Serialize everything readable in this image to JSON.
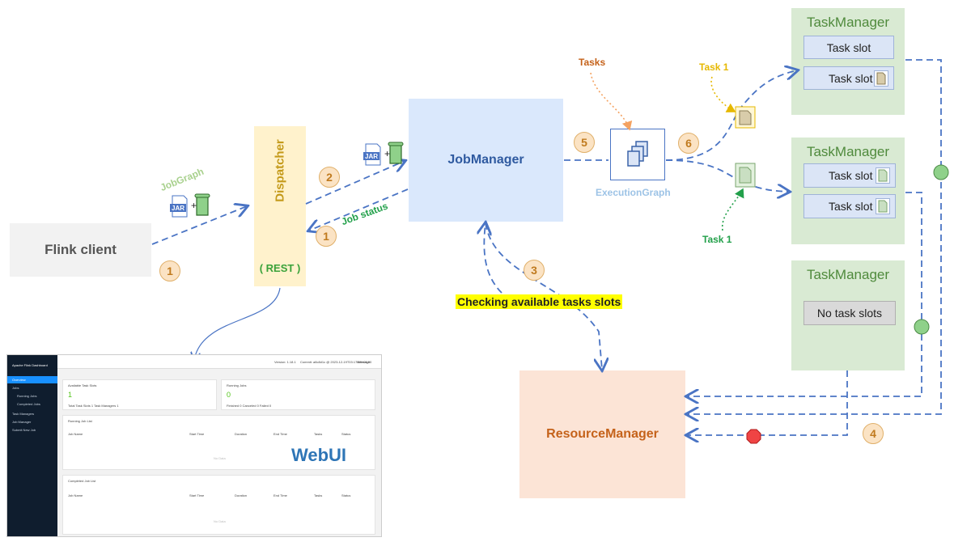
{
  "flink_client": "Flink client",
  "dispatcher": {
    "label": "Dispatcher",
    "rest": "( REST )"
  },
  "jobmanager": "JobManager",
  "resourcemanager": "ResourceManager",
  "execution_graph": "ExecutionGraph",
  "labels": {
    "jobgraph": "JobGraph",
    "job_status": "Job status",
    "tasks": "Tasks",
    "task1_top": "Task 1",
    "task1_bottom": "Task 1",
    "checking": "Checking available tasks slots",
    "jar": "JAR",
    "webui": "WebUI"
  },
  "steps": [
    "1",
    "1",
    "2",
    "3",
    "4",
    "5",
    "6"
  ],
  "taskmanagers": [
    {
      "title": "TaskManager",
      "slots": [
        "Task slot",
        "Task slot"
      ]
    },
    {
      "title": "TaskManager",
      "slots": [
        "Task slot",
        "Task slot"
      ]
    },
    {
      "title": "TaskManager",
      "slots": [
        "No task slots"
      ]
    }
  ],
  "webui_mock": {
    "brand": "Apache Flink Dashboard",
    "version": "Version: 1.18.1",
    "commit": "Commit: a8c8d1c @ 2023-12-19T03:17:58+01:00",
    "message": "Message",
    "nav": [
      "Overview",
      "Jobs",
      "Running Jobs",
      "Completed Jobs",
      "Task Managers",
      "Job Manager",
      "Submit New Job"
    ],
    "available_slots_title": "Available Task Slots",
    "available_slots_value": "1",
    "available_slots_footer": "Total Task Slots 1    Task Managers 1",
    "running_jobs_title": "Running Jobs",
    "running_jobs_value": "0",
    "running_jobs_footer": "Finished 0    Canceled 0    Failed 0",
    "running_list_title": "Running Job List",
    "completed_list_title": "Completed Job List",
    "columns": [
      "Job Name",
      "Start Time",
      "Duration",
      "End Time",
      "Tasks",
      "Status"
    ],
    "no_data": "No Data"
  },
  "colors": {
    "client": "#f2f2f2",
    "dispatcher": "#fff2cc",
    "jobmanager": "#dae8fc",
    "resourcemanager": "#fce4d6",
    "taskmanager": "#d9ead3",
    "arrow": "#4a74c4",
    "step_badge": "#fbe3c4",
    "highlight": "#ffff00"
  }
}
